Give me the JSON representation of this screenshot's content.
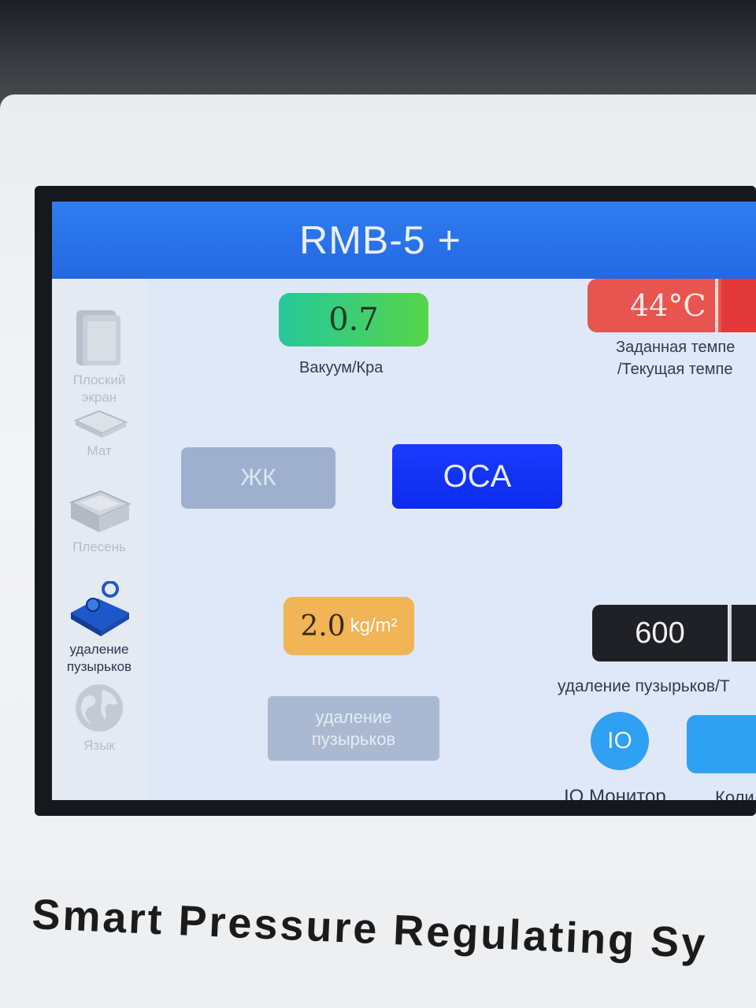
{
  "app": {
    "title": "RMB-5 +"
  },
  "sidebar": {
    "items": [
      {
        "label": "Плоский экран",
        "icon": "tablet-icon",
        "active": false
      },
      {
        "label": "Мат",
        "icon": "mat-icon",
        "active": false
      },
      {
        "label": "Плесень",
        "icon": "mold-tray-icon",
        "active": false
      },
      {
        "label": "удаление пузырьков",
        "icon": "bubble-removal-icon",
        "active": true
      },
      {
        "label": "Язык",
        "icon": "globe-icon",
        "active": false
      }
    ]
  },
  "vacuum": {
    "value": "0.7",
    "label": "Вакуум/Кра"
  },
  "temperature": {
    "current": "44°C",
    "label_line1": "Заданная темпе",
    "label_line2": "/Текущая темпе"
  },
  "mode_buttons": {
    "lcd": "ЖК",
    "oca": "OCA",
    "selected": "OCA"
  },
  "pressure": {
    "value": "2.0",
    "unit": "kg/m²"
  },
  "bubble_button": {
    "label": "удаление пузырьков"
  },
  "timer": {
    "value": "600",
    "label": "удаление пузырьков/Т"
  },
  "io_monitor": {
    "icon_text": "IO",
    "label": "IO Монитор"
  },
  "count": {
    "label": "Коли"
  },
  "device": {
    "brand_text": "Smart Pressure Regulating Sy"
  },
  "colors": {
    "title_bar": "#2468e2",
    "vacuum_indicator": "#3ccc7a",
    "temperature_indicator": "#e8544f",
    "oca_selected": "#1a3bff",
    "pressure_indicator": "#f1b456",
    "timer_display": "#202126",
    "io_button": "#2fa0f2"
  }
}
